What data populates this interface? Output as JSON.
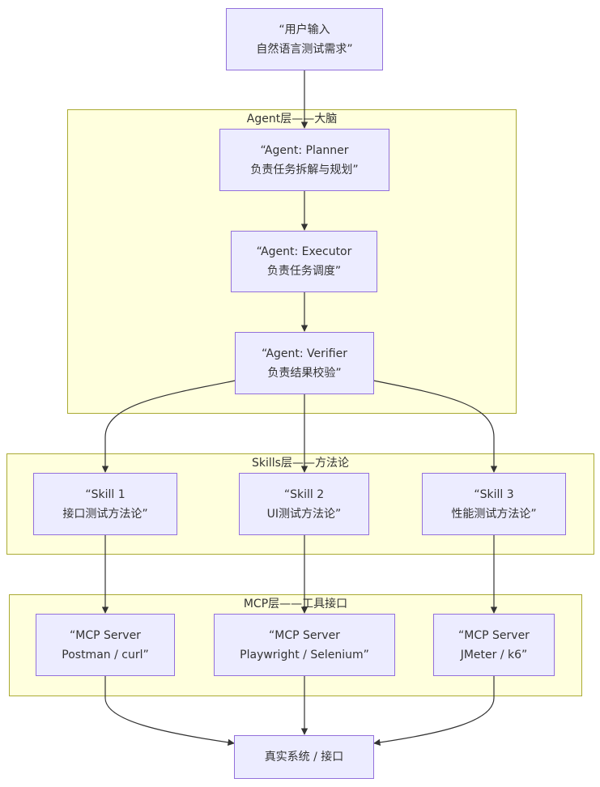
{
  "clusters": {
    "agent": "Agent层——大脑",
    "skills": "Skills层——方法论",
    "mcp": "MCP层——工具接口"
  },
  "nodes": {
    "input": {
      "line1": "“用户输入",
      "line2": "自然语言测试需求”"
    },
    "planner": {
      "line1": "“Agent: Planner",
      "line2": "负责任务拆解与规划”"
    },
    "executor": {
      "line1": "“Agent: Executor",
      "line2": "负责任务调度”"
    },
    "verifier": {
      "line1": "“Agent: Verifier",
      "line2": "负责结果校验”"
    },
    "skill1": {
      "line1": "“Skill 1",
      "line2": "接口测试方法论”"
    },
    "skill2": {
      "line1": "“Skill 2",
      "line2": "UI测试方法论”"
    },
    "skill3": {
      "line1": "“Skill 3",
      "line2": "性能测试方法论”"
    },
    "mcp1": {
      "line1": "“MCP Server",
      "line2": "Postman / curl”"
    },
    "mcp2": {
      "line1": "“MCP Server",
      "line2": "Playwright / Selenium”"
    },
    "mcp3": {
      "line1": "“MCP Server",
      "line2": "JMeter / k6”"
    },
    "target": {
      "line1": "真实系统 / 接口"
    }
  }
}
